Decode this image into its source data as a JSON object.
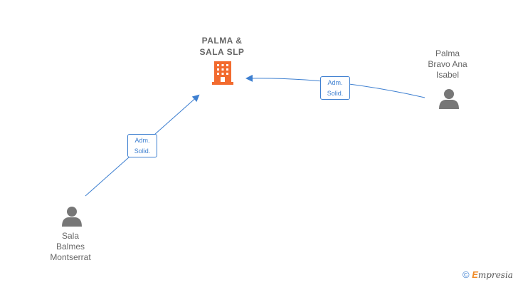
{
  "colors": {
    "edge": "#3d7fd0",
    "company_icon": "#f26b2f",
    "person_icon": "#777777",
    "label_text": "#666666"
  },
  "nodes": {
    "company": {
      "name": "PALMA &\nSALA  SLP",
      "icon": "building-icon"
    },
    "person_right": {
      "name": "Palma\nBravo Ana\nIsabel",
      "icon": "person-icon"
    },
    "person_left": {
      "name": "Sala\nBalmes\nMontserrat",
      "icon": "person-icon"
    }
  },
  "edges": {
    "right_to_company": {
      "label": "Adm.\nSolid."
    },
    "left_to_company": {
      "label": "Adm.\nSolid."
    }
  },
  "watermark": {
    "symbol": "©",
    "brand_initial": "E",
    "brand_rest": "mpresia"
  }
}
